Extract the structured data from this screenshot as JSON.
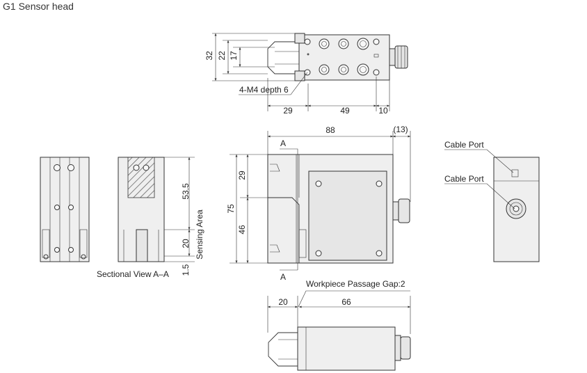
{
  "title": "G1 Sensor head",
  "top_view": {
    "dims": {
      "total_height": "32",
      "inner_height": "22",
      "gap_height": "17",
      "left": "29",
      "middle": "49",
      "right": "10"
    },
    "hole_callout": "4-M4 depth 6"
  },
  "front_view": {
    "dims": {
      "width": "88",
      "cable_offset": "(13)",
      "upper": "29",
      "lower": "46",
      "total": "75"
    },
    "section_marker": "A"
  },
  "section_view": {
    "label": "Sectional View A–A",
    "dims": {
      "upper": "53.5",
      "sensing": "20",
      "bottom": "1.5"
    },
    "sensing_label": "Sensing Area"
  },
  "side_view": {
    "cable_port_label_1": "Cable Port",
    "cable_port_label_2": "Cable Port"
  },
  "bottom_view": {
    "gap_label": "Workpiece Passage Gap:2",
    "dims": {
      "left": "20",
      "right": "66"
    }
  },
  "colors": {
    "line": "#333333",
    "body_fill": "#efefef",
    "hatch": "#555555"
  }
}
